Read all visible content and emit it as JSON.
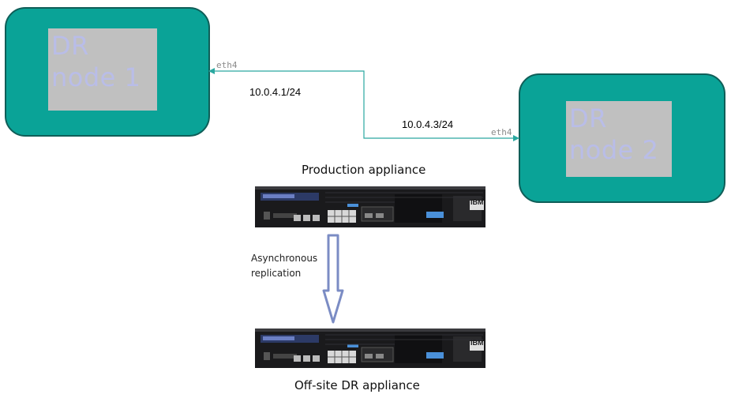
{
  "node1": {
    "title": "DR\nnode 1",
    "interface": "eth4",
    "ip": "10.0.4.1/24"
  },
  "node2": {
    "title": "DR\nnode 2",
    "interface": "eth4",
    "ip": "10.0.4.3/24"
  },
  "production": {
    "caption": "Production appliance",
    "brand": "IBM"
  },
  "replication": {
    "label": "Asynchronous\nreplication"
  },
  "offsite": {
    "caption": "Off-site DR appliance",
    "brand": "IBM"
  },
  "colors": {
    "node_fill": "#0aa397",
    "node_border": "#0f5e58",
    "link": "#2aa8a0",
    "arrow": "#7b8cc4"
  }
}
